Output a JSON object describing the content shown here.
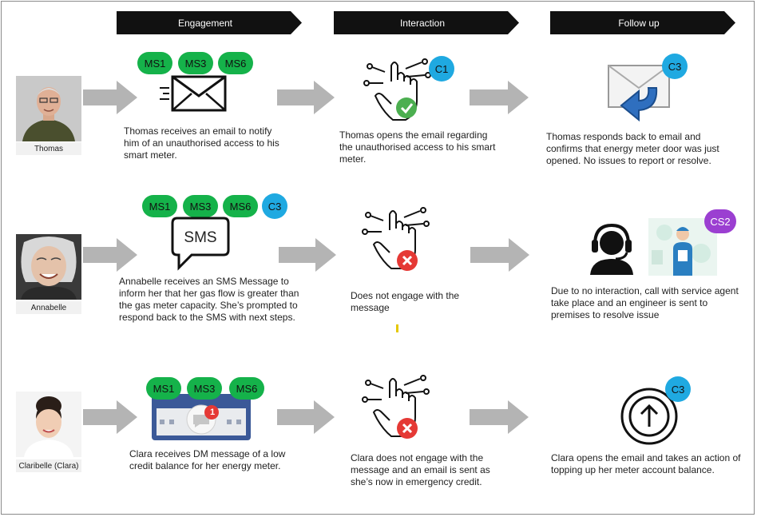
{
  "headers": {
    "engagement": "Engagement",
    "interaction": "Interaction",
    "follow_up": "Follow up"
  },
  "rows": [
    {
      "name": "Thomas",
      "badges": [
        "MS1",
        "MS3",
        "MS6"
      ],
      "engagement_text": "Thomas receives an email to notify him of an unauthorised access to his smart meter.",
      "interaction_badge": "C1",
      "interaction_text": "Thomas opens the email regarding the unauthorised access to his smart meter.",
      "followup_badge": "C3",
      "followup_text": "Thomas responds back to email and confirms that energy meter door was just opened. No issues to report or resolve."
    },
    {
      "name": "Annabelle",
      "badges": [
        "MS1",
        "MS3",
        "MS6"
      ],
      "extra_badge": "C3",
      "sms_label": "SMS",
      "engagement_text": "Annabelle receives an SMS Message to inform her that her gas flow is greater than the gas meter capacity. She’s prompted to respond back to the SMS with next steps.",
      "interaction_text": "Does not engage with the message",
      "followup_badge": "CS2",
      "followup_text": "Due to no interaction, call with service agent take place and an engineer is sent to premises to resolve issue"
    },
    {
      "name": "Claribelle (Clara)",
      "badges": [
        "MS1",
        "MS3",
        "MS6"
      ],
      "notification_count": "1",
      "engagement_text": "Clara receives DM message of a low credit balance for her energy meter.",
      "interaction_text": "Clara does not engage with the message and an email is sent as she’s now in emergency credit.",
      "followup_badge": "C3",
      "followup_text": "Clara opens the email and takes an action of topping up her meter account balance."
    }
  ],
  "colors": {
    "ms_badge": "#15b24a",
    "c_badge": "#1fa9e1",
    "cs_badge": "#9b3fd1",
    "header_bg": "#111111",
    "arrow": "#b4b4b4"
  }
}
